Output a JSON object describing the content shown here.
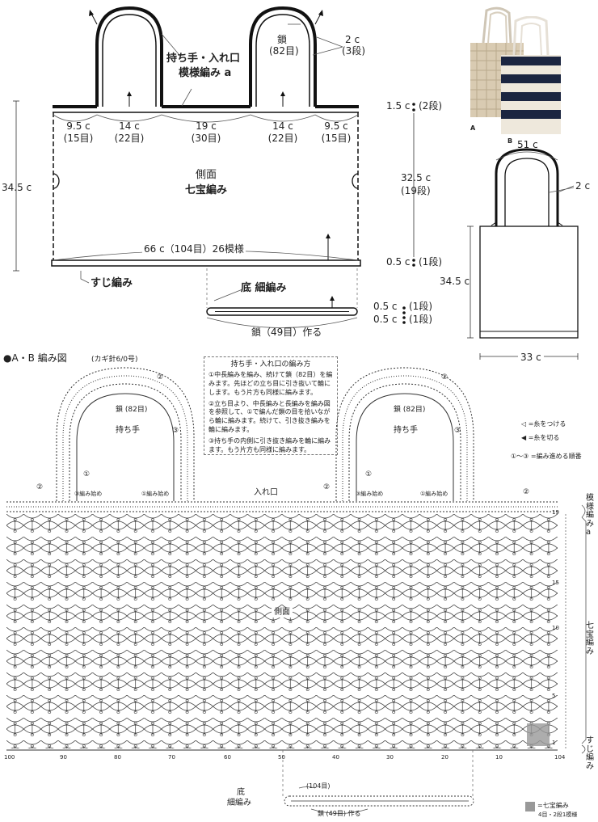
{
  "top_diagram": {
    "handle_label": "持ち手・入れ口",
    "pattern_a": "模様編み a",
    "chain_label": "鎖",
    "chain_count": "(82目)",
    "handle_stitch": "2 c",
    "handle_rows": "(3段)",
    "segments": [
      {
        "w": "9.5 c",
        "st": "(15目)"
      },
      {
        "w": "14 c",
        "st": "(22目)"
      },
      {
        "w": "19 c",
        "st": "(30目)"
      },
      {
        "w": "14 c",
        "st": "(22目)"
      },
      {
        "w": "9.5 c",
        "st": "(15目)"
      }
    ],
    "height_left": "34.5 c",
    "side_label": "側面",
    "side_pattern": "七宝編み",
    "width_label": "66 c（104目）26模様",
    "suji_label": "すじ編み",
    "bottom_label": "底  細編み",
    "bottom_chain": "鎖（49目）作る",
    "right_dims": [
      {
        "c": "1.5 c",
        "r": "(2段)"
      },
      {
        "c": "32.5 c",
        "r": "(19段)"
      },
      {
        "c": "0.5 c",
        "r": "(1段)"
      },
      {
        "c": "0.5 c",
        "r": "(1段)"
      },
      {
        "c": "0.5 c",
        "r": "(1段)"
      }
    ]
  },
  "finished": {
    "width_top": "51 c",
    "handle": "2 c",
    "height": "34.5 c",
    "width_bottom": "33 c",
    "photo_a": "A",
    "photo_b": "B"
  },
  "chart": {
    "title": "●A・B  編み図",
    "hook": "(カギ針6/0号)",
    "handle_text": "持ち手",
    "chain82": "鎖 (82目)",
    "entrance": "入れ口",
    "start3": "③編み始め",
    "start1": "①編み始め",
    "side_text": "側面",
    "right_labels": {
      "pattern": "模様編み a",
      "shippo": "七宝編み",
      "suji": "すじ編み"
    },
    "x_ticks": [
      "100",
      "90",
      "80",
      "70",
      "60",
      "50",
      "40",
      "30",
      "20",
      "10",
      "104"
    ],
    "row_ticks": [
      "19",
      "15",
      "10",
      "5",
      "1"
    ],
    "bottom_label_1": "底",
    "bottom_label_2": "細編み",
    "bottom_count": "(104目)",
    "bottom_chain": "鎖 (49目) 作る",
    "legend_1": "◁ =糸をつける",
    "legend_2": "◀ =糸を切る",
    "legend_3": "①〜③ =編み進める順番",
    "legend_shippo": "=七宝編み",
    "legend_shippo_2": "4目・2段1模様",
    "circled": [
      "①",
      "②",
      "③"
    ]
  },
  "notes": {
    "title": "持ち手・入れ口の編み方",
    "items": [
      "①中長編みを編み、続けて鎖（82目）を編みます。先ほどの立ち目に引き抜いて輪にします。もう片方も同様に編みます。",
      "②立ち目より、中長編みと長編みを編み図を参照して、①で編んだ鎖の目を拾いながら輪に編みます。続けて、引き抜き編みを輪に編みます。",
      "③持ち手の内側に引き抜き編みを輪に編みます。もう片方も同様に編みます。"
    ]
  }
}
